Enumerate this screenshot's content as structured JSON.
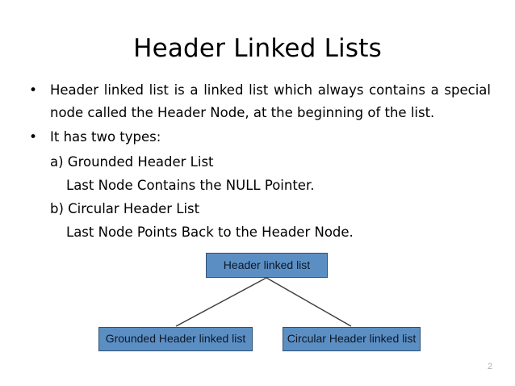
{
  "slide": {
    "title": "Header Linked Lists",
    "page_number": "2",
    "background_color": "#ffffff",
    "text_color": "#000000"
  },
  "body": {
    "bullets": [
      {
        "marker": "•",
        "text": "Header linked list is a linked list which always contains a special node called the Header Node, at the beginning of the list."
      },
      {
        "marker": "•",
        "text": "It has two types:"
      }
    ],
    "sub_lines": [
      {
        "text": "a) Grounded Header List",
        "indent": 1
      },
      {
        "text": "Last Node Contains the NULL Pointer.",
        "indent": 2
      },
      {
        "text": "b) Circular Header List",
        "indent": 1
      },
      {
        "text": "Last Node Points Back to the Header Node.",
        "indent": 2
      }
    ]
  },
  "diagram": {
    "node_fill_color": "#5b8fc4",
    "node_border_color": "#2f4f73",
    "node_text_color": "#0d1726",
    "connector_color": "#3b3b3b",
    "root": {
      "label": "Header linked list"
    },
    "children": [
      {
        "label": "Grounded Header linked list"
      },
      {
        "label": "Circular Header linked list"
      }
    ]
  }
}
